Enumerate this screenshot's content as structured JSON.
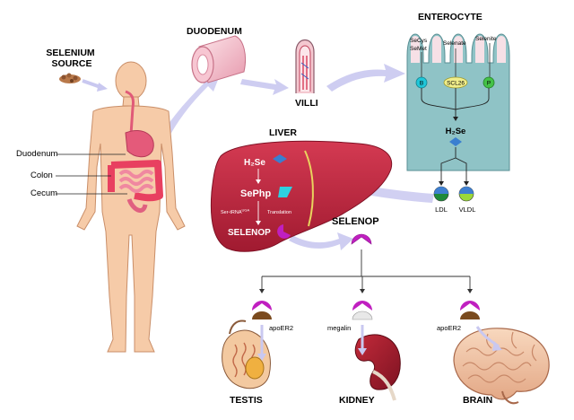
{
  "labels": {
    "selenium_source": [
      "SELENIUM",
      "SOURCE"
    ],
    "duodenum_title": "DUODENUM",
    "villi": "VILLI",
    "enterocyte": "ENTEROCYTE",
    "liver": "LIVER",
    "selenop": "SELENOP",
    "testis": "TESTIS",
    "kidney": "KIDNEY",
    "brain": "BRAIN"
  },
  "body_labels": {
    "duodenum": "Duodenum",
    "colon": "Colon",
    "cecum": "Cecum"
  },
  "enterocyte": {
    "secys": "SeCys",
    "semet": "SeMet",
    "selenate": "Selenate",
    "selenite": "Selenite",
    "transporter_left": "B",
    "transporter_mid": "SCL26",
    "transporter_right": "P",
    "h2se": "H₂Se",
    "ldl": "LDL",
    "vldl": "VLDL"
  },
  "liver_steps": {
    "h2se": "H₂Se",
    "sephp": "SePhp",
    "trna": "Ser-tRNA",
    "trna_sup": "UGA",
    "translation": "Translation",
    "selenop": "SELENOP"
  },
  "receptors": {
    "apoer2_testis": "apoER2",
    "megalin": "megalin",
    "apoer2_brain": "apoER2"
  },
  "colors": {
    "skin": "#F6CBA8",
    "liver": "#B8213A",
    "enterocyte": "#8FC3C6",
    "selenop_purple": "#C01FC0",
    "receptor_brown": "#7A4A1E",
    "arrow_lavender": "#C9C8F0",
    "h2se_blue": "#3A7FD0",
    "sephp_cyan": "#2ED0E0"
  }
}
